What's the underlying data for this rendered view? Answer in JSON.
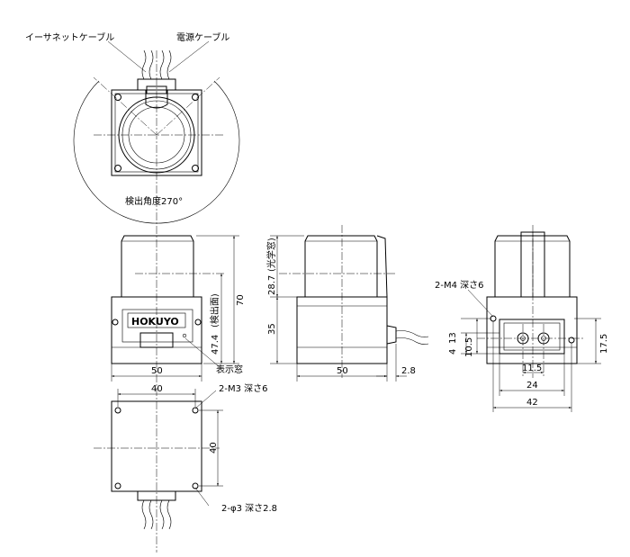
{
  "labels": {
    "ethernet_cable": "イーサネットケーブル",
    "power_cable": "電源ケーブル",
    "detection_angle": "検出角度270°",
    "detection_plane": "(検出面)",
    "optical_window": "(光学窓)",
    "display_window": "表示窓",
    "tap_m3": "2-M3 深さ6",
    "tap_m4": "2-M4 深さ6",
    "hole_phi3": "2-φ3  深さ2.8",
    "brand": "HOKUYO"
  },
  "dimensions": {
    "front_width": "50",
    "front_height": "70",
    "front_plane": "47.4",
    "side_upper": "28.7",
    "side_lower": "35",
    "side_width": "50",
    "side_connector": "2.8",
    "bottom_width": "40",
    "bottom_depth": "40",
    "rear_4": "4",
    "rear_13": "13",
    "rear_10_5": "10.5",
    "rear_17_5": "17.5",
    "rear_11_5": "11.5",
    "rear_24": "24",
    "rear_42": "42"
  }
}
